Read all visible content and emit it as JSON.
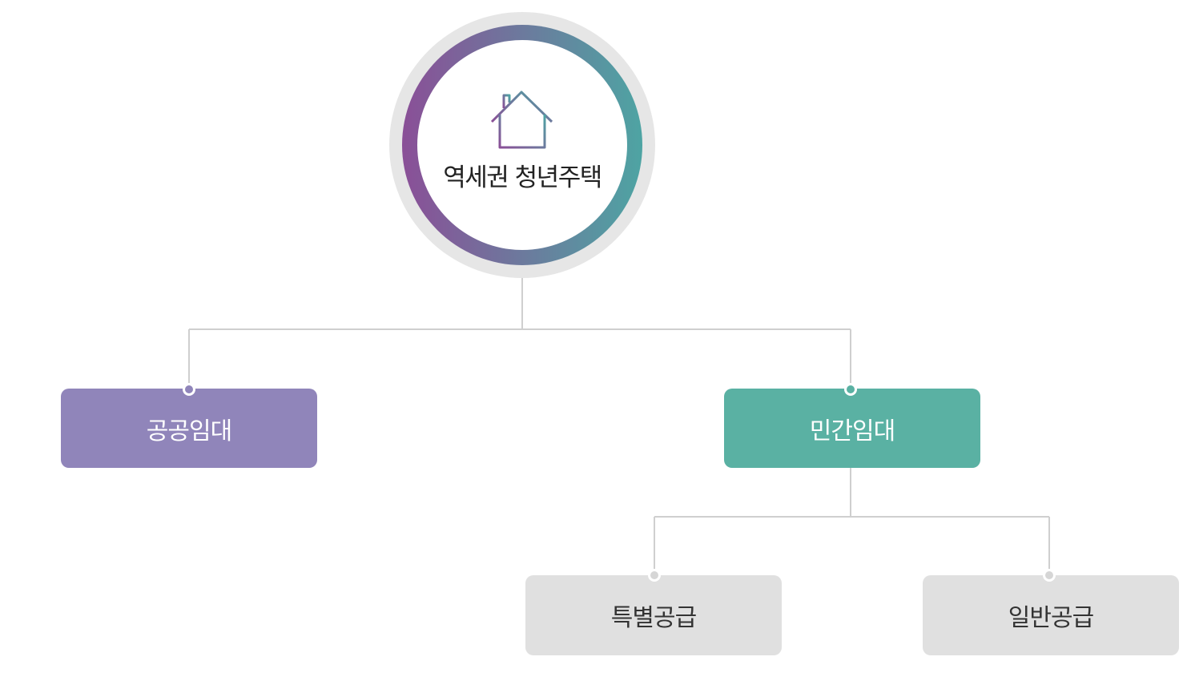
{
  "root": {
    "label": "역세권 청년주택",
    "icon": "house-icon"
  },
  "level1": [
    {
      "label": "공공임대",
      "color": "#9085ba"
    },
    {
      "label": "민간임대",
      "color": "#5ab1a3"
    }
  ],
  "level2": [
    {
      "label": "특별공급",
      "color": "#e0e0e0"
    },
    {
      "label": "일반공급",
      "color": "#e0e0e0"
    }
  ],
  "colors": {
    "connector": "#cfcfcf",
    "ring_outer": "#e6e6e6",
    "gradient_start": "#8a4f97",
    "gradient_end": "#4ea4a3"
  }
}
